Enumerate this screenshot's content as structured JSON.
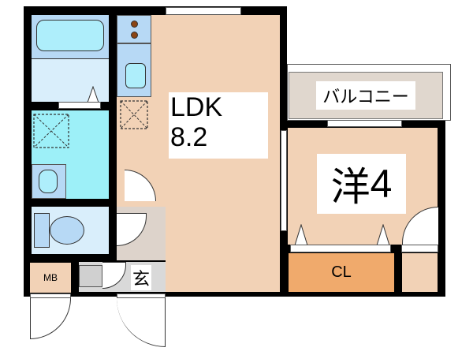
{
  "floor_plan": {
    "rooms": {
      "ldk": {
        "name": "LDK",
        "size": "8.2"
      },
      "western": {
        "name": "洋",
        "size": "4"
      },
      "closet": {
        "name": "CL"
      },
      "balcony": {
        "name": "バルコニー"
      },
      "entrance": {
        "name": "玄"
      },
      "meter_box": {
        "name": "MB"
      }
    },
    "colors": {
      "wall": "#000000",
      "living": "#f2d2b6",
      "closet": "#f0aa6c",
      "bath": "#b7d9f5",
      "shower": "#9df0f8",
      "wash": "#d9eefb",
      "balcony": "#e0d7ce",
      "hall": "#ddd3cb",
      "genkan": "#d9d9d9"
    }
  }
}
